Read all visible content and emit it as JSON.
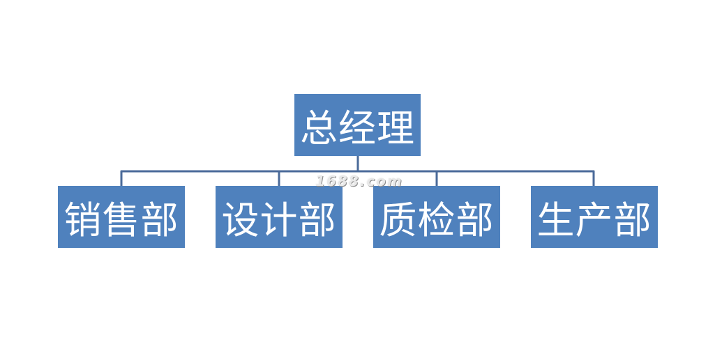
{
  "root": {
    "label": "总经理"
  },
  "departments": [
    {
      "label": "销售部"
    },
    {
      "label": "设计部"
    },
    {
      "label": "质检部"
    },
    {
      "label": "生产部"
    }
  ],
  "watermark": "1688.com",
  "colors": {
    "node_fill": "#4f81bd",
    "connector": "#4a6a99",
    "node_text": "#ffffff"
  }
}
